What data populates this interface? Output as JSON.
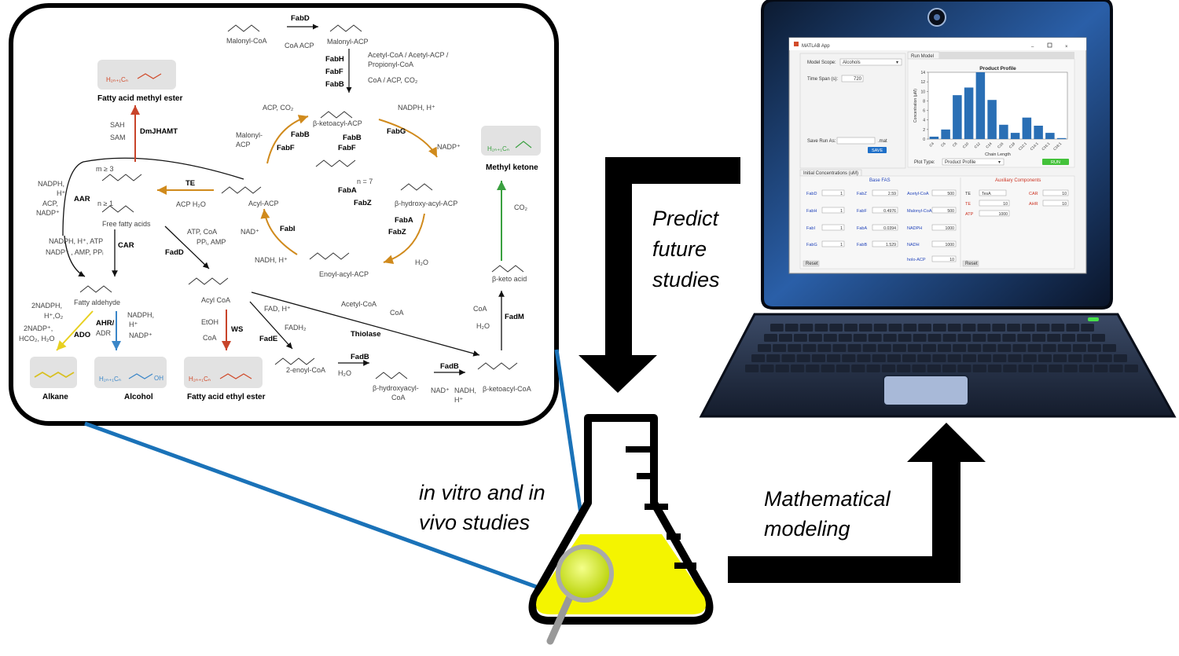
{
  "labels": {
    "predict": [
      "Predict",
      "future",
      "studies"
    ],
    "invitro": [
      "in vitro and in",
      "vivo studies"
    ],
    "modeling": [
      "Mathematical",
      "modeling"
    ]
  },
  "products": {
    "methyl_ester": "Fatty acid methyl ester",
    "methyl_ketone": "Methyl ketone",
    "alkane": "Alkane",
    "alcohol": "Alcohol",
    "ethyl_ester": "Fatty acid ethyl ester"
  },
  "pathway": {
    "malonyl_coa": "Malonyl-CoA",
    "malonyl_acp": "Malonyl-ACP",
    "fabd": "FabD",
    "coa_acp": "CoA  ACP",
    "fabh": "FabH",
    "fabf": "FabF",
    "fabb": "FabB",
    "acetyl_in": "Acetyl-CoA / Acetyl-ACP /",
    "propionyl": "Propionyl-CoA",
    "coa_acp_co2": "CoA / ACP, CO₂",
    "ketoacyl_acp": "β-ketoacyl-ACP",
    "acp_co2": "ACP, CO₂",
    "nadph_h": "NADPH, H⁺",
    "fabg": "FabG",
    "nadp": "NADP⁺",
    "malonyl_acp2": "Malonyl-",
    "acp_word": "ACP",
    "hydroxy_acyl_acp": "β-hydroxy-acyl-ACP",
    "n7": "n = 7",
    "faba": "FabA",
    "fabz": "FabZ",
    "acyl_acp": "Acyl-ACP",
    "te": "TE",
    "acp_h2o": "ACP  H₂O",
    "fabi": "FabI",
    "nad": "NAD⁺",
    "nadh_h": "NADH, H⁺",
    "enoyl_acp": "Enoyl-acyl-ACP",
    "h2o": "H₂O",
    "sah": "SAH",
    "sam": "SAM",
    "dmjhamt": "DmJHAMT",
    "m3": "m ≥ 3",
    "n1": "n ≥ 1",
    "free_fa": "Free fatty acids",
    "aar": "AAR",
    "nadph_aar": "NADPH,",
    "h_aar": "H⁺",
    "acp_aar": "ACP,",
    "nadp_aar": "NADP⁺",
    "nadph_car": "NADPH, H⁺, ATP",
    "nadp_car": "NADP⁺ , AMP, PPᵢ",
    "car": "CAR",
    "fatty_aldehyde": "Fatty aldehyde",
    "atp_coa": "ATP, CoA",
    "ppi_amp": "PPᵢ, AMP",
    "fadd": "FadD",
    "acyl_coa": "Acyl CoA",
    "nadph_2": "2NADPH,",
    "h_o2": "H⁺,O₂",
    "nadp_2": "2NADP⁺,",
    "hco2": "HCO₂, H₂O",
    "ado": "ADO",
    "ahr": "AHR/",
    "adr": "ADR",
    "nadph_ahr": "NADPH,",
    "h_ahr": "H⁺",
    "nadp_ahr": "NADP⁺",
    "etoh": "EtOH",
    "coa": "CoA",
    "ws": "WS",
    "fad_h": "FAD, H⁺",
    "fadh2": "FADH₂",
    "fade": "FadE",
    "enoyl_coa": "2-enoyl-CoA",
    "fadb": "FadB",
    "hydroxyacyl_coa": "β-hydroxyacyl-",
    "coa_word": "CoA",
    "nad2": "NAD⁺",
    "nadh2": "NADH,",
    "h2": "H⁺",
    "ketoacyl_coa": "β-ketoacyl-CoA",
    "acetyl_coa": "Acetyl-CoA",
    "thiolase": "Thiolase",
    "fadm": "FadM",
    "keto_acid": "β-keto acid",
    "co2": "CO₂"
  },
  "app": {
    "title": "MATLAB App",
    "model_scope_label": "Model Scope:",
    "model_scope_value": "Alcohols",
    "time_span_label": "Time Span (s):",
    "time_span_value": "720",
    "save_run_label": "Save Run As:",
    "save_ext": ".mat",
    "save_button": "SAVE",
    "run_model_tab": "Run Model",
    "plot_title": "Product Profile",
    "y_label": "Concentration (μM)",
    "x_label": "Chain Length",
    "plot_type_label": "Plot Type:",
    "plot_type_value": "Product Profile",
    "run_button": "RUN",
    "init_tab": "Initial Concentrations (uM)",
    "base_fas": "Base FAS",
    "aux": "Auxiliary Components",
    "reset": "Reset",
    "fields_left": [
      {
        "name": "FabD",
        "value": "1"
      },
      {
        "name": "FabH",
        "value": "1"
      },
      {
        "name": "FabI",
        "value": "1"
      },
      {
        "name": "FabG",
        "value": "1"
      }
    ],
    "fields_mid": [
      {
        "name": "FabZ",
        "value": "2.59"
      },
      {
        "name": "FabF",
        "value": "0.4976"
      },
      {
        "name": "FabA",
        "value": "0.0394"
      },
      {
        "name": "FabB",
        "value": "1.529"
      }
    ],
    "fields_right": [
      {
        "name": "Acetyl-CoA",
        "value": "500"
      },
      {
        "name": "Malonyl-CoA",
        "value": "500"
      },
      {
        "name": "NADPH",
        "value": "1000"
      },
      {
        "name": "NADH",
        "value": "1000"
      },
      {
        "name": "holo-ACP",
        "value": "10"
      }
    ],
    "aux_fields": [
      {
        "name": "TE",
        "value": "TesA"
      },
      {
        "name": "TE",
        "value": "10"
      },
      {
        "name": "ATP",
        "value": "1000"
      },
      {
        "name": "CAR",
        "value": "10"
      },
      {
        "name": "AHR",
        "value": "10"
      }
    ]
  },
  "chart_data": {
    "type": "bar",
    "title": "Product Profile",
    "xlabel": "Chain Length",
    "ylabel": "Concentration (μM)",
    "ylim": [
      0,
      14
    ],
    "yticks": [
      "0",
      "2",
      "4",
      "6",
      "8",
      "10",
      "12",
      "14"
    ],
    "categories": [
      "C4",
      "C6",
      "C8",
      "C10",
      "C12",
      "C14",
      "C16",
      "C18",
      "C12:1",
      "C14:1",
      "C16:1",
      "C18:1"
    ],
    "values": [
      0.5,
      2.0,
      9.2,
      10.8,
      14.0,
      8.2,
      3.0,
      1.3,
      4.5,
      2.8,
      1.3,
      0.2
    ],
    "color": "#2a6fb5"
  }
}
